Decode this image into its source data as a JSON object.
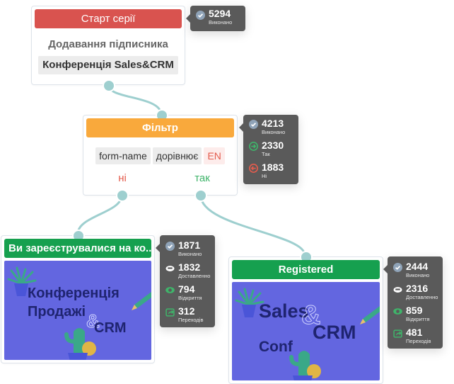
{
  "colors": {
    "start": "#d9534f",
    "filter": "#f9a93c",
    "email": "#16a04f",
    "wire": "#9ecfcf",
    "stats_bg": "#5a5a5a",
    "banner_bg": "#6366e0",
    "no": "#e45c4d",
    "yes": "#3fb46a"
  },
  "start_node": {
    "title": "Старт серії",
    "trigger": "Додавання підписника",
    "list_name": "Конференція Sales&CRM",
    "stats": [
      {
        "icon": "check-icon",
        "value": "5294",
        "label": "Виконано"
      }
    ]
  },
  "filter_node": {
    "title": "Фільтр",
    "condition": {
      "field": "form-name",
      "operator": "дорівнює",
      "value": "EN"
    },
    "branch_no": "ні",
    "branch_yes": "так",
    "stats": [
      {
        "icon": "check-icon",
        "value": "4213",
        "label": "Виконано"
      },
      {
        "icon": "arrow-right-circle-icon",
        "value": "2330",
        "label": "Так"
      },
      {
        "icon": "arrow-left-circle-icon",
        "value": "1883",
        "label": "Ні"
      }
    ]
  },
  "email_no": {
    "title": "Ви зареєструвалися на ко...",
    "banner": {
      "line1": "Конференція",
      "line2": "Продажі",
      "amp": "&",
      "line3": "CRM"
    },
    "stats": [
      {
        "icon": "check-icon",
        "value": "1871",
        "label": "Виконано"
      },
      {
        "icon": "delivered-icon",
        "value": "1832",
        "label": "Доставленно"
      },
      {
        "icon": "eye-icon",
        "value": "794",
        "label": "Відкриття"
      },
      {
        "icon": "share-icon",
        "value": "312",
        "label": "Переходів"
      }
    ]
  },
  "email_yes": {
    "title": "Registered",
    "banner": {
      "line1": "Sales",
      "amp": "&",
      "line2": "CRM",
      "line3": "Conf"
    },
    "stats": [
      {
        "icon": "check-icon",
        "value": "2444",
        "label": "Виконано"
      },
      {
        "icon": "delivered-icon",
        "value": "2316",
        "label": "Доставленно"
      },
      {
        "icon": "eye-icon",
        "value": "859",
        "label": "Відкриття"
      },
      {
        "icon": "share-icon",
        "value": "481",
        "label": "Переходів"
      }
    ]
  }
}
